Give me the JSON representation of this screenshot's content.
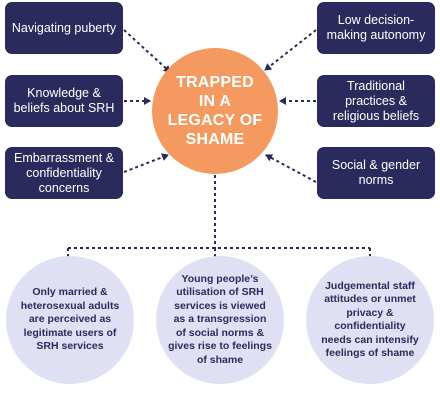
{
  "hub": {
    "title": "TRAPPED IN A LEGACY OF SHAME"
  },
  "factors_left": [
    {
      "label": "Navigating puberty"
    },
    {
      "label": "Knowledge & beliefs about SRH"
    },
    {
      "label": "Embarrassment & confidentiality concerns"
    }
  ],
  "factors_right": [
    {
      "label": "Low decision-making autonomy"
    },
    {
      "label": "Traditional practices & religious beliefs"
    },
    {
      "label": "Social & gender norms"
    }
  ],
  "outcomes": [
    {
      "label": "Only married & heterosexual adults are perceived as legitimate users of SRH services"
    },
    {
      "label": "Young people’s utilisation of SRH services is viewed as a transgression of social norms & gives rise to feelings of shame"
    },
    {
      "label": "Judgemental staff attitudes or unmet privacy & confidentiality needs can intensify feelings of shame"
    }
  ],
  "colors": {
    "factor_box": "#2b2a5c",
    "hub": "#f49a60",
    "outcome_circle": "#dfe0f3",
    "connector": "#2b2a5c"
  }
}
